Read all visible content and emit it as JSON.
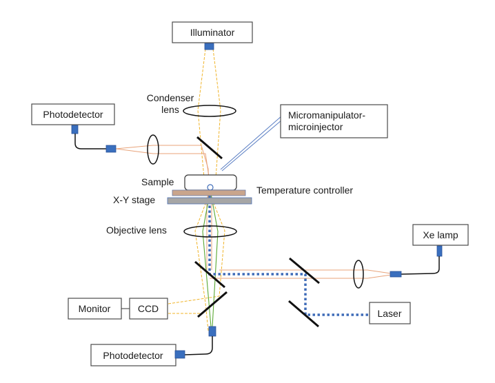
{
  "diagram": {
    "title": "",
    "components": {
      "illuminator": "Illuminator",
      "condenser_lens": [
        "Condenser",
        "lens"
      ],
      "photodetector_top": "Photodetector",
      "micromanipulator": [
        "Micromanipulator-",
        "microinjector"
      ],
      "sample": "Sample",
      "temperature_controller": "Temperature controller",
      "xy_stage": "X-Y stage",
      "objective_lens": "Objective lens",
      "xe_lamp": "Xe lamp",
      "monitor": "Monitor",
      "ccd": "CCD",
      "laser": "Laser",
      "photodetector_bottom": "Photodetector"
    },
    "colors": {
      "illumination_beam": "#f0b429",
      "excitation_beam": "#e8a37a",
      "emission_beam": "#5aa832",
      "laser_beam": "#3f6cb8",
      "connector": "#3a6fbe",
      "temperature_controller_plate": "#c9a58c",
      "xy_stage_plate": "#a6a6a6"
    }
  }
}
